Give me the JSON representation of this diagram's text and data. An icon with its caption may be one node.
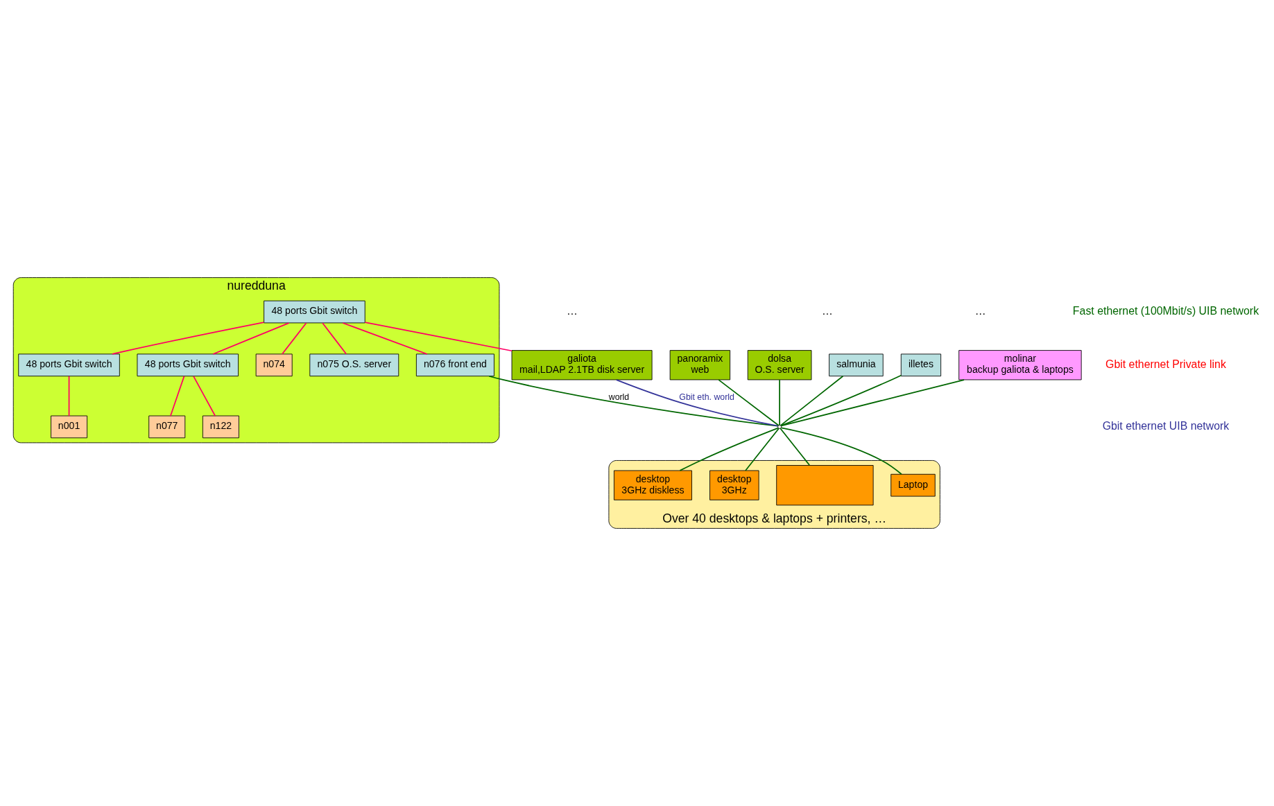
{
  "diagram": {
    "nodes": [
      {
        "text": [
          "nuredduna"
        ]
      },
      {
        "text": [
          "48 ports Gbit switch"
        ],
        "in": 0
      },
      {
        "text": [
          "48 ports Gbit switch"
        ],
        "in": 0
      },
      {
        "text": [
          "48 ports Gbit switch"
        ],
        "in": 0
      },
      {
        "text": [
          "n001"
        ],
        "in": 0
      },
      {
        "text": [
          "n074"
        ],
        "in": 0
      },
      {
        "text": [
          "n077"
        ],
        "in": 0
      },
      {
        "text": [
          "n122"
        ],
        "in": 0
      },
      {
        "text": [
          "n075 O.S. server"
        ],
        "in": 0
      },
      {
        "text": [
          "n076 front end"
        ],
        "in": 0
      },
      {
        "text": [
          "galiota",
          "mail,LDAP 2.1TB disk server"
        ]
      },
      {
        "text": [
          "panoramix",
          "web"
        ]
      },
      {
        "text": [
          "dolsa",
          "O.S. server"
        ]
      },
      {
        "text": [
          "salmunia"
        ]
      },
      {
        "text": [
          "illetes"
        ]
      },
      {
        "text": [
          "molinar",
          "backup galiota & laptops"
        ]
      },
      {
        "text": [],
        "shape": "point"
      },
      {
        "text": [
          "Over 40 desktops & laptops + printers, …"
        ]
      },
      {
        "text": [
          "desktop",
          "3GHz diskless"
        ],
        "in": 17
      },
      {
        "text": [
          "desktop",
          "3GHz"
        ],
        "in": 17
      },
      {
        "text": [],
        "shape": "box",
        "in": 17
      },
      {
        "text": [
          "Laptop"
        ],
        "in": 17
      }
    ],
    "edges": [
      {
        "from": 1,
        "to": 10,
        "arrow": "none",
        "color": "#ff0066"
      },
      {
        "from": 1,
        "to": 2,
        "arrow": "none",
        "color": "#ff0066"
      },
      {
        "from": 1,
        "to": 3,
        "arrow": "none",
        "color": "#ff0066"
      },
      {
        "from": 1,
        "to": 5,
        "arrow": "none",
        "color": "#ff0066"
      },
      {
        "from": 1,
        "to": 8,
        "arrow": "none",
        "color": "#ff0066"
      },
      {
        "from": 1,
        "to": 9,
        "arrow": "none",
        "color": "#ff0066"
      },
      {
        "from": 2,
        "to": 4,
        "arrow": "none",
        "color": "#ff0066"
      },
      {
        "from": 3,
        "to": 6,
        "arrow": "none",
        "color": "#ff0066"
      },
      {
        "from": 3,
        "to": 7,
        "arrow": "none",
        "color": "#ff0066"
      },
      {
        "from": 9,
        "to": 16,
        "arrow": "none",
        "label": "world"
      },
      {
        "from": 10,
        "to": 16,
        "arrow": "none",
        "label": "Gbit eth. world",
        "color": "#333399"
      },
      {
        "from": 11,
        "to": 16,
        "arrow": "none"
      },
      {
        "from": 12,
        "to": 16,
        "arrow": "none"
      },
      {
        "from": 13,
        "to": 16,
        "arrow": "none"
      },
      {
        "from": 14,
        "to": 16,
        "arrow": "none"
      },
      {
        "from": 15,
        "to": 16,
        "arrow": "none"
      },
      {
        "from": 16,
        "to": 18,
        "arrow": "none"
      },
      {
        "from": 16,
        "to": 19,
        "arrow": "none"
      },
      {
        "from": 16,
        "to": 20,
        "arrow": "none"
      },
      {
        "from": 16,
        "to": 21,
        "arrow": "none"
      }
    ],
    "labels": [
      "…",
      "…",
      "…"
    ],
    "legend": [
      {
        "text": "Fast ethernet (100Mbit/s) UIB network",
        "color": "#006600"
      },
      {
        "text": "Gbit ethernet Private link",
        "color": "#ff0000"
      },
      {
        "text": "Gbit ethernet UIB network",
        "color": "#333399"
      }
    ]
  }
}
